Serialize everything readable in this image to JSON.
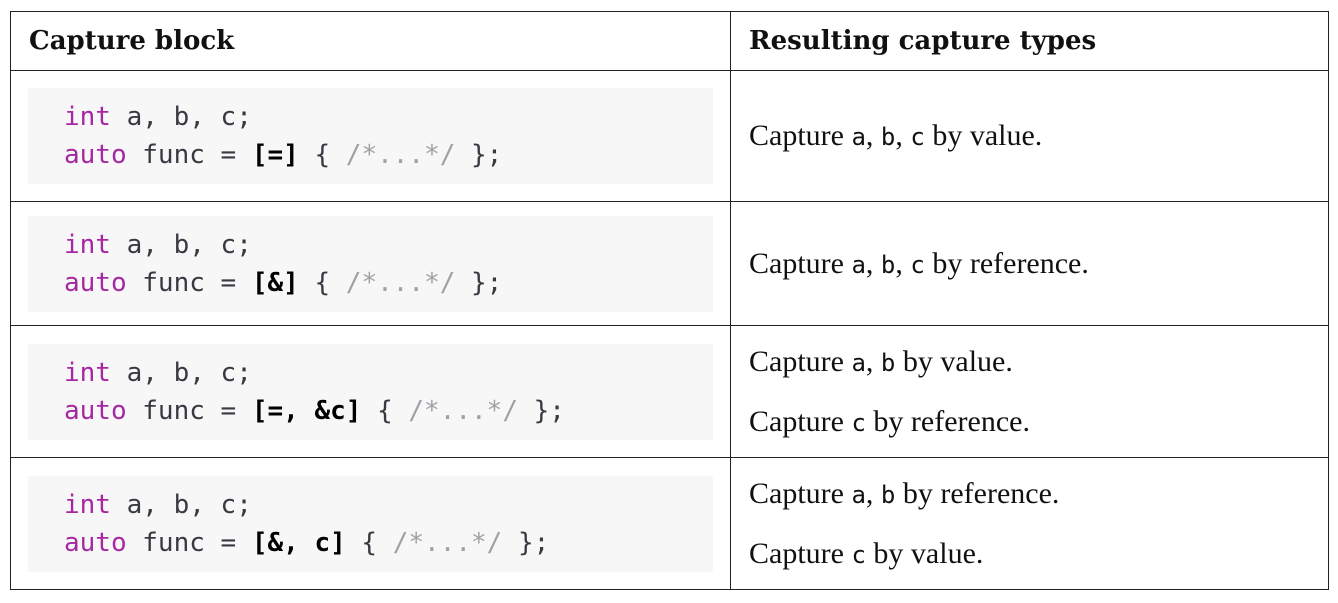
{
  "headers": [
    "Capture block",
    "Resulting capture types"
  ],
  "rows": [
    {
      "line1": {
        "kw": "int",
        "rest": " a, b, c;"
      },
      "line2": {
        "kw": "auto",
        "pre": " func = ",
        "capture": "[=]",
        "mid": " { ",
        "comment": "/*...*/",
        "post": " };"
      },
      "result": [
        [
          {
            "t": "Capture "
          },
          {
            "c": "a"
          },
          {
            "t": ", "
          },
          {
            "c": "b"
          },
          {
            "t": ", "
          },
          {
            "c": "c"
          },
          {
            "t": " by value."
          }
        ]
      ]
    },
    {
      "line1": {
        "kw": "int",
        "rest": " a, b, c;"
      },
      "line2": {
        "kw": "auto",
        "pre": " func = ",
        "capture": "[&]",
        "mid": " { ",
        "comment": "/*...*/",
        "post": " };"
      },
      "result": [
        [
          {
            "t": "Capture "
          },
          {
            "c": "a"
          },
          {
            "t": ", "
          },
          {
            "c": "b"
          },
          {
            "t": ", "
          },
          {
            "c": "c"
          },
          {
            "t": " by reference."
          }
        ]
      ]
    },
    {
      "line1": {
        "kw": "int",
        "rest": " a, b, c;"
      },
      "line2": {
        "kw": "auto",
        "pre": " func = ",
        "capture": "[=, &c]",
        "mid": " { ",
        "comment": "/*...*/",
        "post": " };"
      },
      "result": [
        [
          {
            "t": "Capture "
          },
          {
            "c": "a"
          },
          {
            "t": ", "
          },
          {
            "c": "b"
          },
          {
            "t": " by value."
          }
        ],
        [
          {
            "t": "Capture "
          },
          {
            "c": "c"
          },
          {
            "t": " by reference."
          }
        ]
      ]
    },
    {
      "line1": {
        "kw": "int",
        "rest": " a, b, c;"
      },
      "line2": {
        "kw": "auto",
        "pre": " func = ",
        "capture": "[&, c]",
        "mid": " { ",
        "comment": "/*...*/",
        "post": " };"
      },
      "result": [
        [
          {
            "t": "Capture "
          },
          {
            "c": "a"
          },
          {
            "t": ", "
          },
          {
            "c": "b"
          },
          {
            "t": " by reference."
          }
        ],
        [
          {
            "t": "Capture "
          },
          {
            "c": "c"
          },
          {
            "t": " by value."
          }
        ]
      ]
    }
  ],
  "colors": {
    "keyword": "#a626a4",
    "comment": "#a0a1a7",
    "code_bg": "#f7f7f7"
  }
}
